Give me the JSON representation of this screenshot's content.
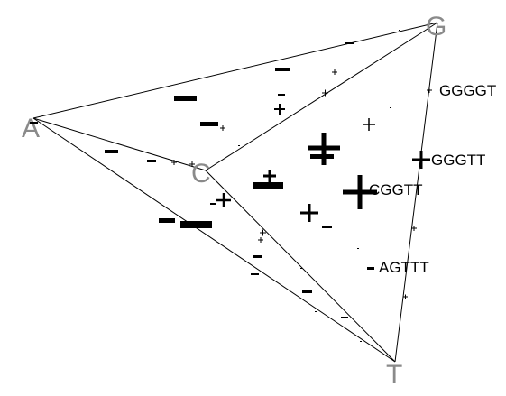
{
  "diagram": {
    "vertices": {
      "A": "A",
      "G": "G",
      "C": "C",
      "T": "T"
    },
    "point_labels": {
      "ggggt": "GGGGT",
      "gggtt": "GGGTT",
      "cggtt": "CGGTT",
      "agttt": "AGTTT"
    },
    "colors": {
      "edge": "#000000",
      "vertex_label": "#8a8a8a",
      "marker": "#000000"
    }
  }
}
